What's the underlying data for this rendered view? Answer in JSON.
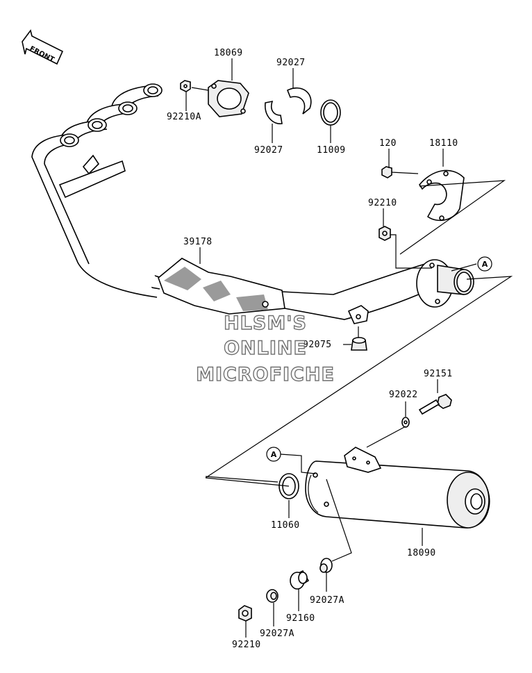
{
  "front_label": "FRONT",
  "watermark": {
    "line1": "HLSM'S",
    "line2": "ONLINE",
    "line3": "MICROFICHE"
  },
  "parts": {
    "p18069": "18069",
    "p92027_top": "92027",
    "p92210A": "92210A",
    "p92027_mid": "92027",
    "p11009": "11009",
    "p120": "120",
    "p18110": "18110",
    "p92210_mid": "92210",
    "p39178": "39178",
    "p92075": "92075",
    "p92151": "92151",
    "p92022": "92022",
    "p11060": "11060",
    "p18090": "18090",
    "p92027A_right": "92027A",
    "p92160": "92160",
    "p92027A_left": "92027A",
    "p92210_bottom": "92210"
  },
  "refs": {
    "a_upper": "A",
    "a_lower": "A"
  },
  "colors": {
    "line": "#000000",
    "shadow": "#9a9a9a",
    "watermark_outline": "#707070"
  }
}
